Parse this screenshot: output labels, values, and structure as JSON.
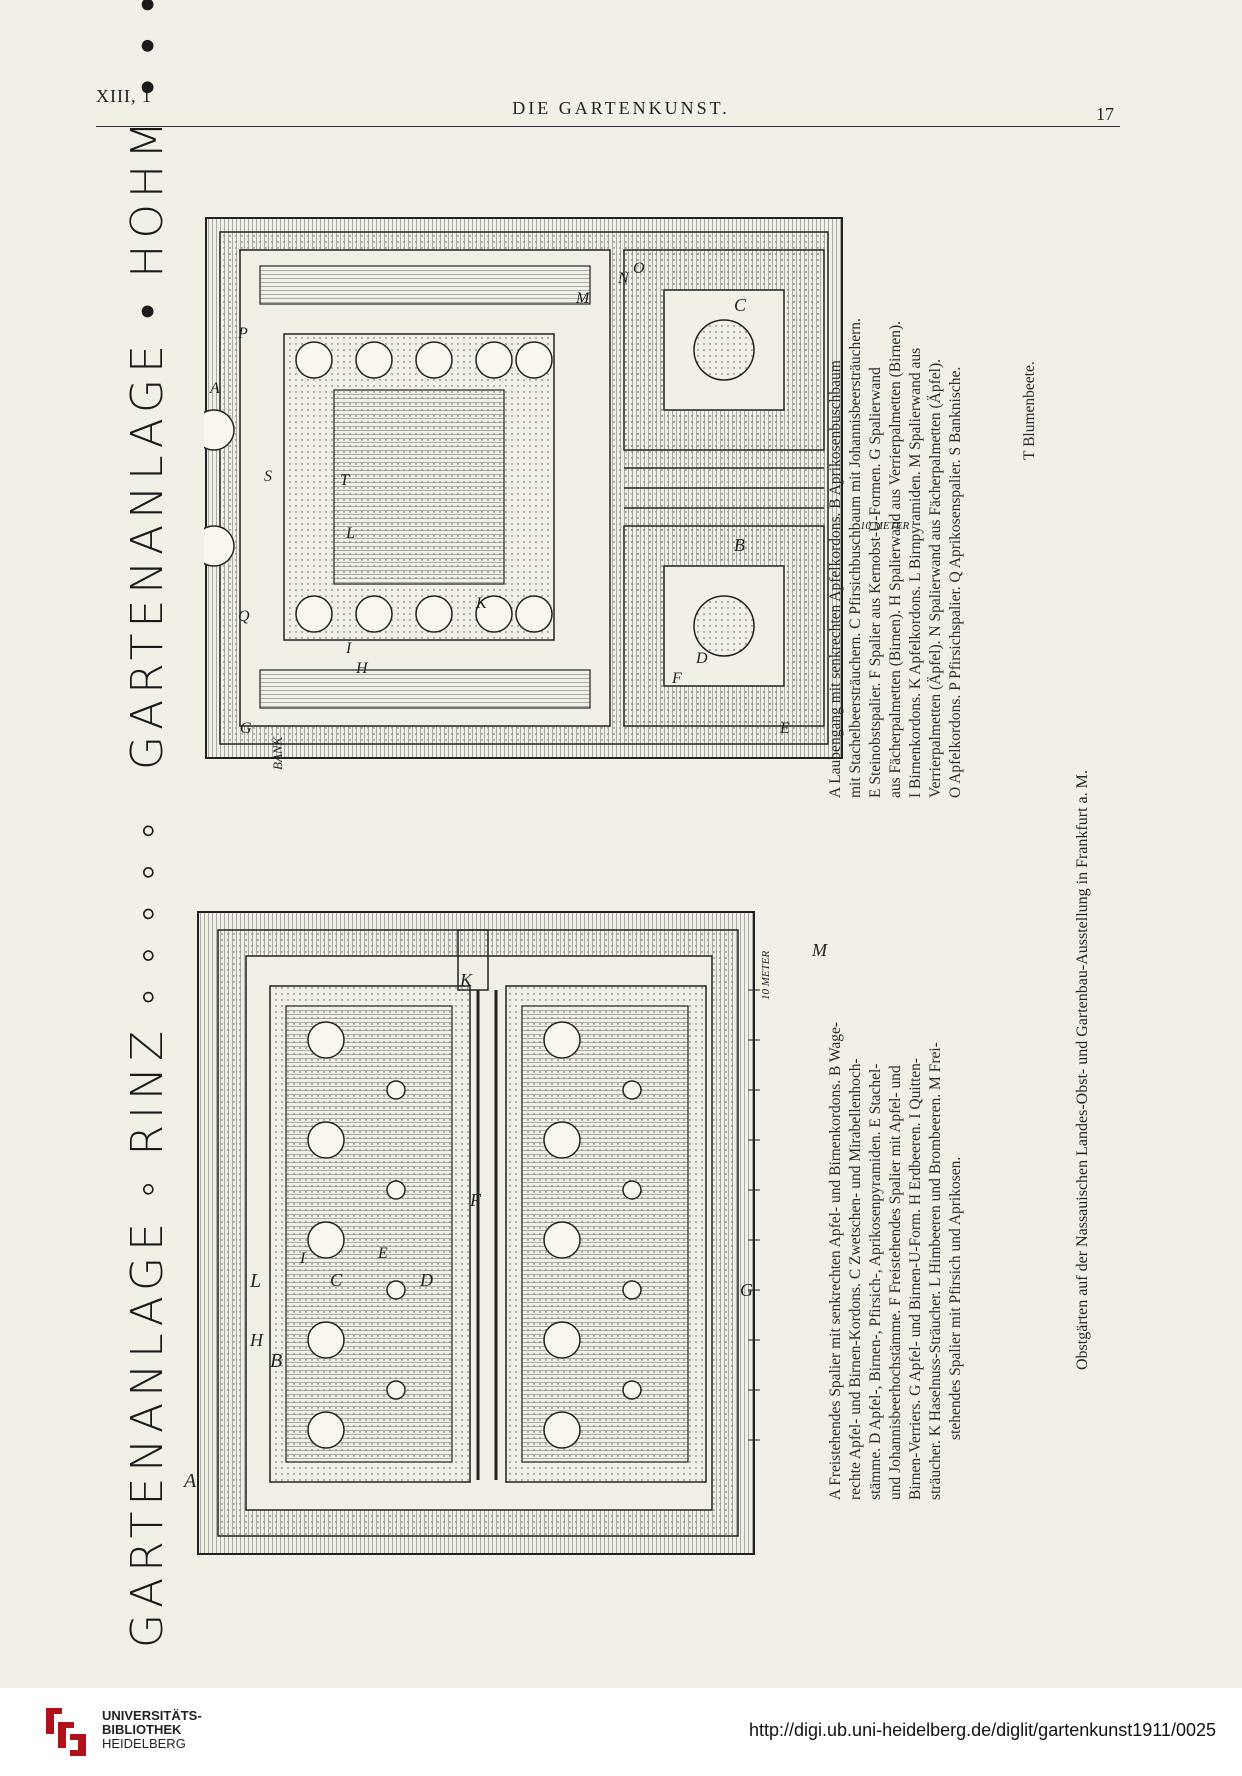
{
  "header": {
    "volume": "XIII, 1",
    "journal": "DIE GARTENKUNST.",
    "page_number": "17"
  },
  "plans": {
    "left": {
      "title": "GARTENANLAGE ◦ RINZ ◦ ◦ ◦ ◦ ◦",
      "caption_lines": [
        "A Freistehendes Spalier mit senkrechten Apfel- und Birnenkordons. B Wage-",
        "rechte Apfel- und Birnen-Kordons. C Zwetschen- und Mirabellenhoch-",
        "stämme. D Apfel-, Birnen-, Pfirsich-, Aprikosenpyramiden. E Stachel-",
        "und Johannisbeerhochstämme. F Freistehendes Spalier mit Apfel- und",
        "Birnen-Verriers. G Apfel- und Birnen-U-Form. H Erdbeeren. I Quitten-",
        "sträucher. K Haselnuss-Sträucher. L Himbeeren und Brombeeren. M Frei-",
        "stehendes Spalier mit Pfirsich und Aprikosen."
      ],
      "labels": [
        "BANK",
        "10 METER",
        "A",
        "B",
        "C",
        "D",
        "E",
        "F",
        "G",
        "H",
        "I",
        "K",
        "L",
        "M"
      ]
    },
    "right": {
      "title": "GARTENANLAGE • HOHM • • • • • •",
      "caption_lines": [
        "A Laubengang mit senkrechten Apfelkordons. B Aprikosenbuschbaum",
        "mit Stachelbeersträuchern. C Pfirsichbuschbaum mit Johannisbeersträuchern.",
        "E Steinobstspalier. F Spalier aus Kernobst-U-Formen. G Spalierwand",
        "aus Fächerpalmetten (Birnen). H Spalierwand aus Verrierpalmetten (Birnen).",
        "I Birnenkordons. K Apfelkordons. L Birnpyramiden. M Spalierwand aus",
        "Verrierpalmetten (Äpfel). N Spalierwand aus Fächerpalmetten (Äpfel).",
        "O Apfelkordons. P Pfirsichspalier. Q Aprikosenspalier. S Banknische.",
        "T Blumenbeete."
      ],
      "labels": [
        "10 METER",
        "A",
        "B",
        "C",
        "D",
        "E",
        "F",
        "G",
        "H",
        "I",
        "K",
        "L",
        "M",
        "N",
        "O",
        "P",
        "Q",
        "S",
        "T"
      ]
    }
  },
  "side_caption": "Obstgärten auf der Nassauischen Landes-Obst- und Gartenbau-Ausstellung in Frankfurt a. M.",
  "footer": {
    "library_line1": "UNIVERSITÄTS-",
    "library_line2": "BIBLIOTHEK",
    "library_line3": "HEIDELBERG",
    "url": "http://digi.ub.uni-heidelberg.de/diglit/gartenkunst1911/0025",
    "logo_color": "#b0121b"
  }
}
